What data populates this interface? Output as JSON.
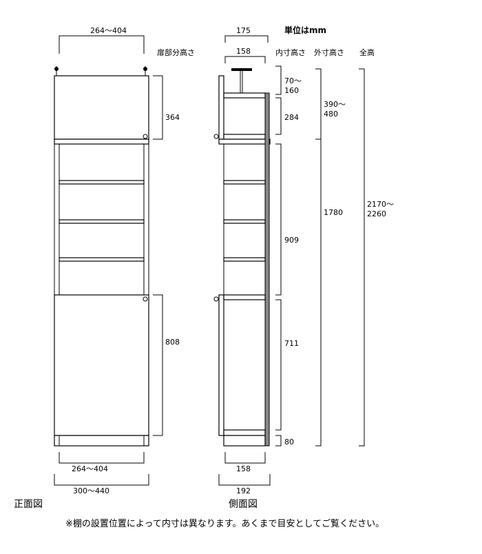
{
  "unit_label": "単位はmm",
  "column_headers": {
    "door_height": "扉部分高さ",
    "inner_height": "内寸高さ",
    "outer_height": "外寸高さ",
    "total_height": "全高"
  },
  "front": {
    "top_width": "264〜404",
    "door_top_height": "364",
    "door_bottom_height": "808",
    "inner_width_bottom": "264〜404",
    "outer_width": "300〜440",
    "caption": "正面図"
  },
  "side": {
    "top_depth": "175",
    "inner_depth_top": "158",
    "inner_top_line1": "70〜",
    "inner_top_line2": "160",
    "inner_upper": "284",
    "inner_middle": "909",
    "inner_lower": "711",
    "plinth": "80",
    "inner_depth_bottom": "158",
    "outer_depth": "192",
    "caption": "側面図"
  },
  "outer": {
    "upper_line1": "390〜",
    "upper_line2": "480",
    "lower": "1780"
  },
  "total": {
    "line1": "2170〜",
    "line2": "2260"
  },
  "footnote": "※棚の設置位置によって内寸は異なります。あくまで目安としてご覧ください。"
}
